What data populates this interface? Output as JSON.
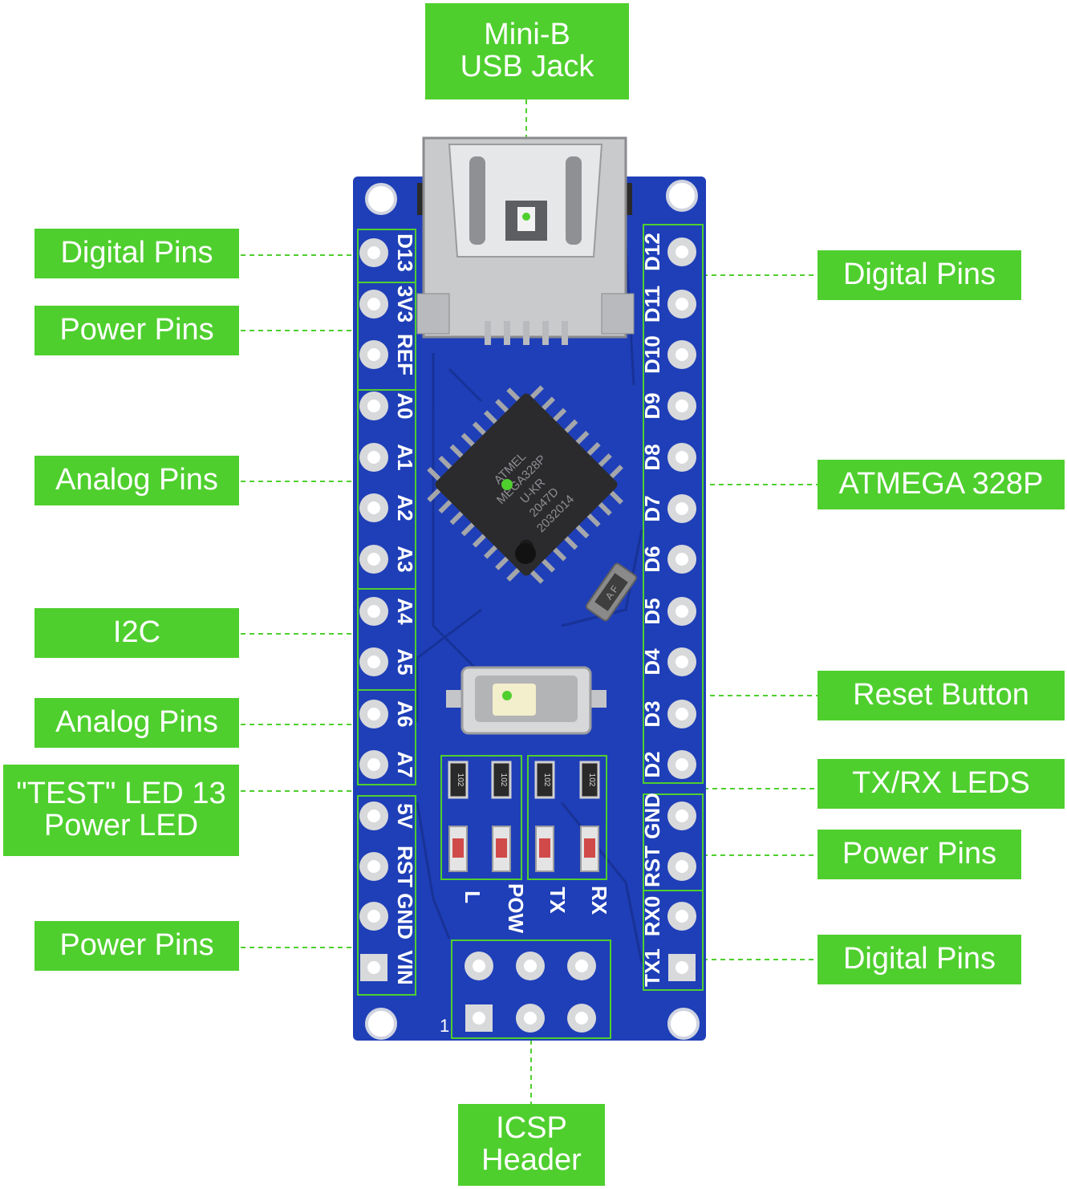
{
  "colors": {
    "label_bg": "#4fcf2e",
    "label_text": "#ffffff",
    "board": "#1f3fb8",
    "board_dark": "#16308f",
    "leader": "#4fcf2e",
    "pin_box": "#4fcf2e"
  },
  "labels": {
    "usb": [
      "Mini-B",
      "USB Jack"
    ],
    "left_digital": "Digital Pins",
    "left_power_top": "Power Pins",
    "left_analog_top": "Analog Pins",
    "left_i2c": "I2C",
    "left_analog_bottom": "Analog Pins",
    "left_led": [
      "\"TEST\" LED 13",
      "Power LED"
    ],
    "left_power_bottom": "Power Pins",
    "right_digital_top": "Digital Pins",
    "right_atmega": "ATMEGA 328P",
    "right_reset": "Reset Button",
    "right_txrx": "TX/RX LEDS",
    "right_power": "Power Pins",
    "right_digital_bottom": "Digital Pins",
    "icsp": [
      "ICSP",
      "Header"
    ]
  },
  "board": {
    "left_pins": [
      "D13",
      "3V3",
      "REF",
      "A0",
      "A1",
      "A2",
      "A3",
      "A4",
      "A5",
      "A6",
      "A7",
      "5V",
      "RST",
      "GND",
      "VIN"
    ],
    "right_pins": [
      "D12",
      "D11",
      "D10",
      "D9",
      "D8",
      "D7",
      "D6",
      "D5",
      "D4",
      "D3",
      "D2",
      "GND",
      "RST",
      "RX0",
      "TX1"
    ],
    "led_labels": [
      "L",
      "POW",
      "TX",
      "RX"
    ],
    "resistor_marks": [
      "102",
      "102",
      "102",
      "102"
    ],
    "chip_text": [
      "ATMEL",
      "MEGA328P",
      "U-KR",
      "2047D",
      "2032014"
    ],
    "crystal_mark": "A F",
    "icsp_pin1": "1"
  }
}
